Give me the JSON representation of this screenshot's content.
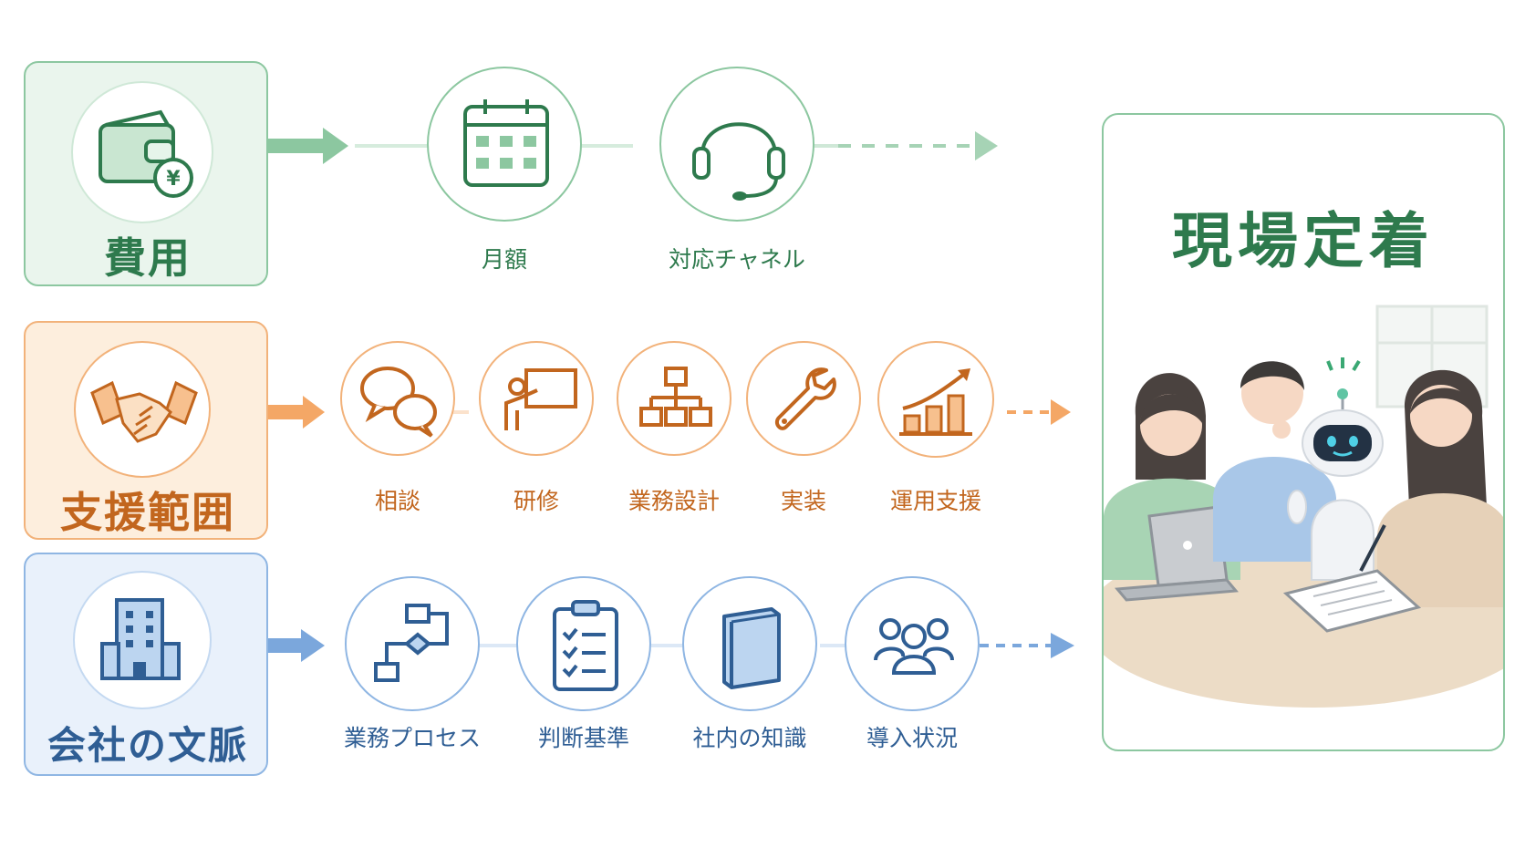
{
  "rows": [
    {
      "key": "cost",
      "category": "費用",
      "category_icon": "wallet-yen-icon",
      "items": [
        {
          "label": "月額",
          "icon": "calendar-icon"
        },
        {
          "label": "対応チャネル",
          "icon": "headset-icon"
        }
      ]
    },
    {
      "key": "support",
      "category": "支援範囲",
      "category_icon": "handshake-icon",
      "items": [
        {
          "label": "相談",
          "icon": "chat-bubbles-icon"
        },
        {
          "label": "研修",
          "icon": "presentation-icon"
        },
        {
          "label": "業務設計",
          "icon": "org-chart-icon"
        },
        {
          "label": "実装",
          "icon": "wrench-icon"
        },
        {
          "label": "運用支援",
          "icon": "growth-chart-icon"
        }
      ]
    },
    {
      "key": "context",
      "category": "会社の文脈",
      "category_icon": "building-icon",
      "items": [
        {
          "label": "業務プロセス",
          "icon": "flowchart-icon"
        },
        {
          "label": "判断基準",
          "icon": "checklist-icon"
        },
        {
          "label": "社内の知識",
          "icon": "book-icon"
        },
        {
          "label": "導入状況",
          "icon": "people-group-icon"
        }
      ]
    }
  ],
  "result": {
    "title": "現場定着",
    "illustration": "team-meeting-with-robot-illustration"
  },
  "colors": {
    "green": "#2e7a4d",
    "orange": "#c2661e",
    "blue": "#2f5e94"
  }
}
